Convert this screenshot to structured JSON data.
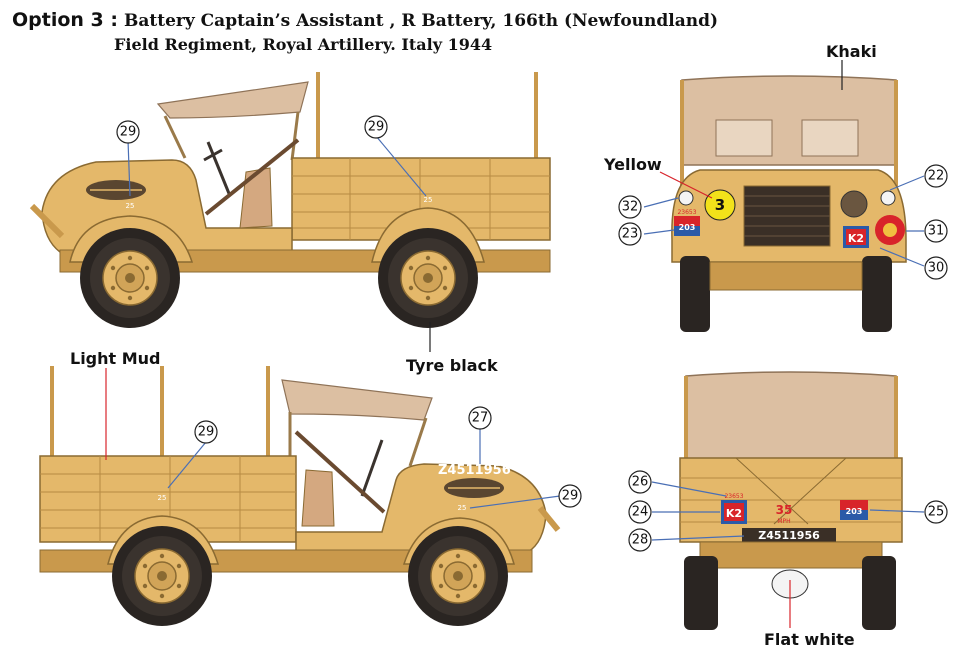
{
  "title": {
    "option": "Option 3 :",
    "line1": "Battery Captain’s Assistant , R Battery, 166th (Newfoundland)",
    "line2": "Field Regiment, Royal Artillery. Italy 1944"
  },
  "colour_labels": {
    "khaki": "Khaki",
    "yellow": "Yellow",
    "light_mud": "Light Mud",
    "tyre_black": "Tyre black",
    "flat_white": "Flat white"
  },
  "markings": {
    "registration": "Z4511956",
    "front_circle_number": "3",
    "unit_code": "203",
    "tac_sign": "K2",
    "bridge_class": "35",
    "bridge_class_sub": "MPH",
    "small_number": "23653"
  },
  "callouts": {
    "c22": "22",
    "c23": "23",
    "c24": "24",
    "c25": "25",
    "c26": "26",
    "c27": "27",
    "c28": "28",
    "c29": "29",
    "c30": "30",
    "c31": "31",
    "c32": "32"
  },
  "colors": {
    "vehicle_body": "#e4b86a",
    "body_shade": "#c9994c",
    "canvas": "#dcbfa2",
    "tyre": "#2a2522",
    "leader_red": "#d8242a",
    "leader_blue": "#4a6fb5"
  }
}
